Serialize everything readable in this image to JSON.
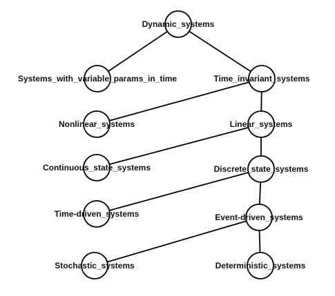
{
  "diagram": {
    "type": "tree",
    "nodes": [
      {
        "id": "dynamic",
        "label": "Dynamic_systems"
      },
      {
        "id": "variable",
        "label": "Systems_with_variable_params_in_time"
      },
      {
        "id": "time_invariant",
        "label": "Time_invariant_systems"
      },
      {
        "id": "nonlinear",
        "label": "Nonlinear_systems"
      },
      {
        "id": "linear",
        "label": "Linear_systems"
      },
      {
        "id": "continuous",
        "label": "Continuous_state_systems"
      },
      {
        "id": "discrete",
        "label": "Discrete_state_systems"
      },
      {
        "id": "time_driven",
        "label": "Time-driven_systems"
      },
      {
        "id": "event_driven",
        "label": "Event-driven_systems"
      },
      {
        "id": "stochastic",
        "label": "Stochastic_systems"
      },
      {
        "id": "deterministic",
        "label": "Deterministic_systems"
      }
    ],
    "edges": [
      [
        "dynamic",
        "variable"
      ],
      [
        "dynamic",
        "time_invariant"
      ],
      [
        "time_invariant",
        "nonlinear"
      ],
      [
        "time_invariant",
        "linear"
      ],
      [
        "linear",
        "continuous"
      ],
      [
        "linear",
        "discrete"
      ],
      [
        "discrete",
        "time_driven"
      ],
      [
        "discrete",
        "event_driven"
      ],
      [
        "event_driven",
        "stochastic"
      ],
      [
        "event_driven",
        "deterministic"
      ]
    ]
  }
}
